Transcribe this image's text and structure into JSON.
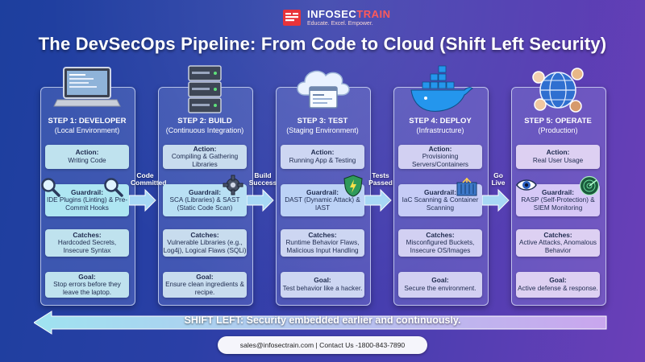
{
  "brand": {
    "name_main": "INFOSEC",
    "name_accent": "TRAIN",
    "tagline": "Educate. Excel. Empower."
  },
  "title": "The DevSecOps Pipeline: From Code to Cloud (Shift Left Security)",
  "steps": [
    {
      "icon": "laptop-icon",
      "title": "STEP 1: DEVELOPER",
      "subtitle": "(Local Environment)",
      "action": {
        "label": "Action:",
        "text": "Writing Code"
      },
      "guardrail": {
        "label": "Guardrail:",
        "text": "IDE Plugins (Linting) & Pre-Commit Hooks"
      },
      "catches": {
        "label": "Catches:",
        "text": "Hardcoded Secrets, Insecure Syntax"
      },
      "goal": {
        "label": "Goal:",
        "text": "Stop errors before they leave the laptop."
      }
    },
    {
      "icon": "server-icon",
      "title": "STEP 2: BUILD",
      "subtitle": "(Continuous Integration)",
      "action": {
        "label": "Action:",
        "text": "Compiling & Gathering Libraries"
      },
      "guardrail": {
        "label": "Guardrail:",
        "text": "SCA (Libraries) & SAST (Static Code Scan)"
      },
      "catches": {
        "label": "Catches:",
        "text": "Vulnerable Libraries (e.g., Log4j), Logical Flaws (SQLi)"
      },
      "goal": {
        "label": "Goal:",
        "text": "Ensure clean ingredients & recipe."
      }
    },
    {
      "icon": "cloud-window-icon",
      "title": "STEP 3: TEST",
      "subtitle": "(Staging Environment)",
      "action": {
        "label": "Action:",
        "text": "Running App & Testing"
      },
      "guardrail": {
        "label": "Guardrail:",
        "text": "DAST (Dynamic Attack) & IAST"
      },
      "catches": {
        "label": "Catches:",
        "text": "Runtime Behavior Flaws, Malicious Input Handling"
      },
      "goal": {
        "label": "Goal:",
        "text": "Test behavior like a hacker."
      }
    },
    {
      "icon": "docker-whale-icon",
      "title": "STEP 4: DEPLOY",
      "subtitle": "(Infrastructure)",
      "action": {
        "label": "Action:",
        "text": "Provisioning Servers/Containers"
      },
      "guardrail": {
        "label": "Guardrail:",
        "text": "IaC Scanning & Container Scanning"
      },
      "catches": {
        "label": "Catches:",
        "text": "Misconfigured Buckets, Insecure OS/Images"
      },
      "goal": {
        "label": "Goal:",
        "text": "Secure the environment."
      }
    },
    {
      "icon": "globe-users-icon",
      "title": "STEP 5: OPERATE",
      "subtitle": "(Production)",
      "action": {
        "label": "Action:",
        "text": "Real User Usage"
      },
      "guardrail": {
        "label": "Guardrail:",
        "text": "RASP (Self-Protection) & SIEM Monitoring"
      },
      "catches": {
        "label": "Catches:",
        "text": "Active Attacks, Anomalous Behavior"
      },
      "goal": {
        "label": "Goal:",
        "text": "Active defense & response."
      }
    }
  ],
  "transitions": [
    {
      "line1": "Code",
      "line2": "Committed"
    },
    {
      "line1": "Build",
      "line2": "Success"
    },
    {
      "line1": "Tests",
      "line2": "Passed"
    },
    {
      "line1": "Go",
      "line2": "Live"
    }
  ],
  "shift_left": "SHIFT LEFT: Security embedded earlier and continuously.",
  "contact": "sales@infosectrain.com | Contact Us -1800-843-7890",
  "colors": {
    "arrow": "#a8d8f5",
    "brand_red": "#e8333a",
    "shift_arrow_start": "#9fe3f0",
    "shift_arrow_end": "#c9a6ee"
  }
}
